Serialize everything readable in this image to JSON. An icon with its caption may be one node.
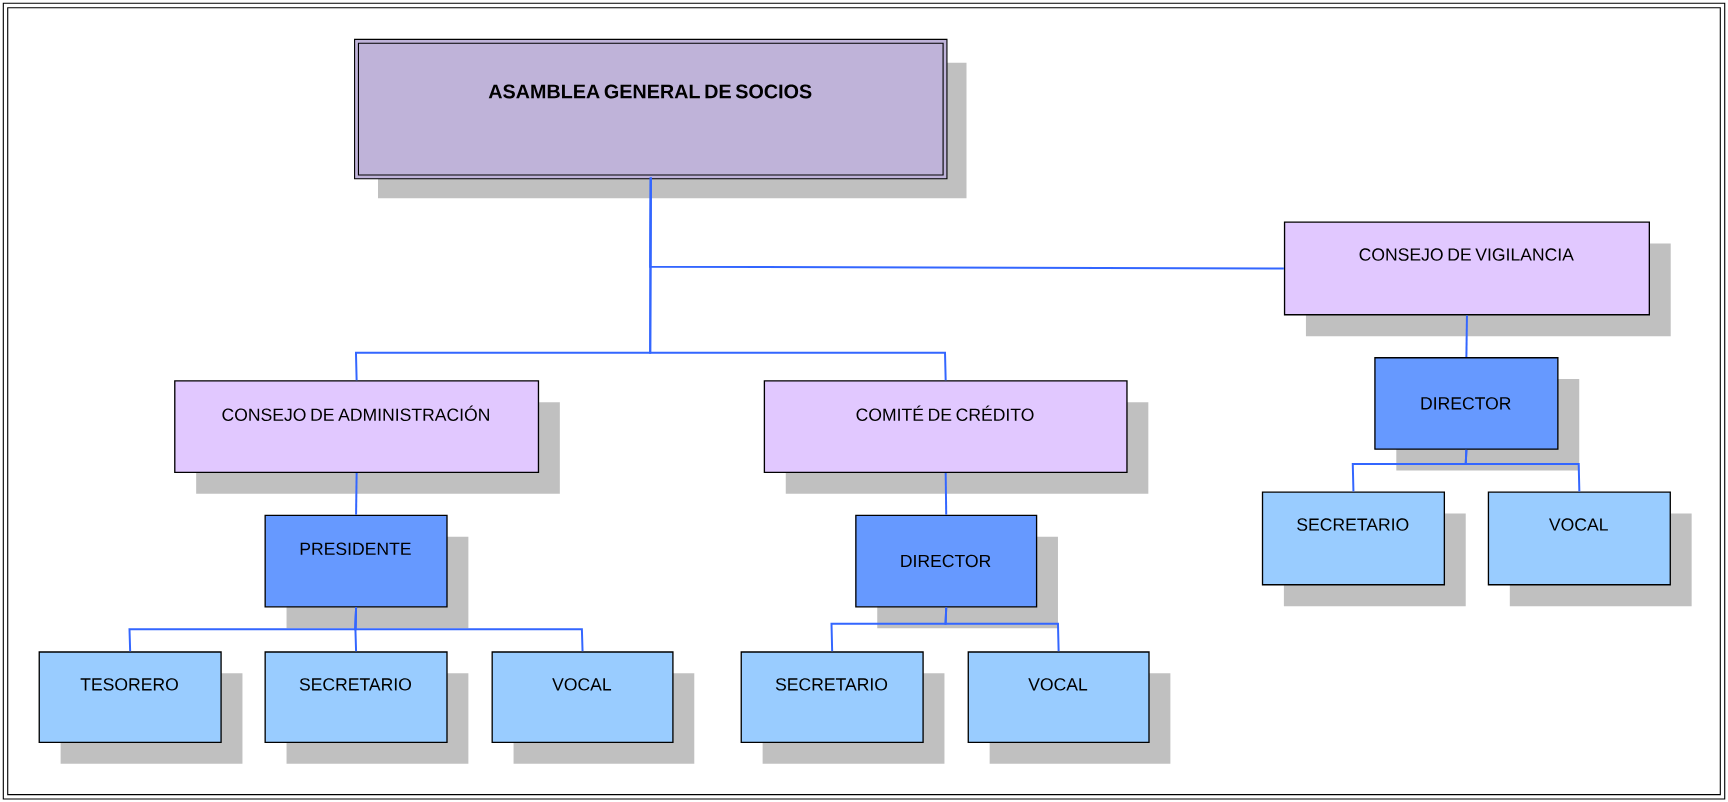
{
  "diagram": {
    "nodes": [
      {
        "text": [
          "ASAMBLEA GENERAL DE SOCIOS"
        ]
      },
      {
        "text": [
          "CONSEJO DE VIGILANCIA"
        ]
      },
      {
        "text": [
          "CONSEJO DE ADMINISTRACIÓN"
        ]
      },
      {
        "text": [
          "COMITÉ DE CRÉDITO"
        ]
      },
      {
        "text": [
          "DIRECTOR"
        ]
      },
      {
        "text": [
          "PRESIDENTE"
        ]
      },
      {
        "text": [
          "DIRECTOR"
        ]
      },
      {
        "text": [
          "SECRETARIO"
        ]
      },
      {
        "text": [
          "VOCAL"
        ]
      },
      {
        "text": [
          "TESORERO"
        ]
      },
      {
        "text": [
          "SECRETARIO"
        ]
      },
      {
        "text": [
          "VOCAL"
        ]
      },
      {
        "text": [
          "SECRETARIO"
        ]
      },
      {
        "text": [
          "VOCAL"
        ]
      }
    ],
    "edges": [
      {
        "from": 0,
        "to": 1,
        "arrow": "none"
      },
      {
        "from": 0,
        "to": 2,
        "arrow": "none"
      },
      {
        "from": 0,
        "to": 3,
        "arrow": "none"
      },
      {
        "from": 1,
        "to": 4,
        "arrow": "none"
      },
      {
        "from": 4,
        "to": 7,
        "arrow": "none"
      },
      {
        "from": 4,
        "to": 8,
        "arrow": "none"
      },
      {
        "from": 2,
        "to": 5,
        "arrow": "none"
      },
      {
        "from": 5,
        "to": 9,
        "arrow": "none"
      },
      {
        "from": 5,
        "to": 10,
        "arrow": "none"
      },
      {
        "from": 5,
        "to": 11,
        "arrow": "none"
      },
      {
        "from": 3,
        "to": 6,
        "arrow": "none"
      },
      {
        "from": 6,
        "to": 12,
        "arrow": "none"
      },
      {
        "from": 6,
        "to": 13,
        "arrow": "none"
      }
    ]
  }
}
